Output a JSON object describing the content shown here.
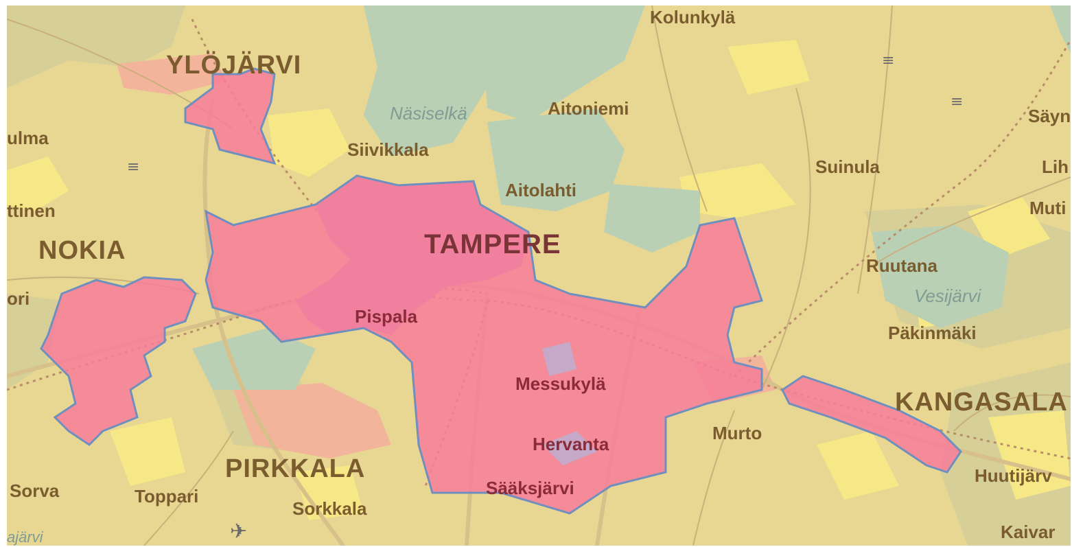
{
  "map": {
    "colors": {
      "land": "#e8d793",
      "urban": "#f7e887",
      "forest": "#d4cf97",
      "water": "#b9d0b5",
      "built_up": "#f2b49a",
      "service_area_fill": "#f77c9a",
      "service_area_core": "#cf8dbd",
      "service_area_border": "#6f8fbf",
      "road": "#d8c08a",
      "railway": "#b98c6a"
    },
    "labels": {
      "kolunkyla": "Kolunkylä",
      "ylojarvi": "YLÖJÄRVI",
      "nasiselka": "Näsiselkä",
      "aitoniemi": "Aitoniemi",
      "sayn": "Säyn",
      "ulma": "ulma",
      "siivikkala": "Siivikkala",
      "suinula": "Suinula",
      "lih": "Lih",
      "aitolahti": "Aitolahti",
      "ttinen": "ttinen",
      "muti": "Muti",
      "tampere": "TAMPERE",
      "nokia": "NOKIA",
      "ruutana": "Ruutana",
      "vesijarvi": "Vesijärvi",
      "ori": "ori",
      "pispala": "Pispala",
      "pakinmaki": "Päkinmäki",
      "messukyla": "Messukylä",
      "kangasala": "KANGASALA",
      "murto": "Murto",
      "hervanta": "Hervanta",
      "pirkkala": "PIRKKALA",
      "huutijarv": "Huutijärv",
      "sorva": "Sorva",
      "toppari": "Toppari",
      "saaksjarvi": "Sääksjärvi",
      "sorkkala": "Sorkkala",
      "kaivar": "Kaivar",
      "ajarvi": "ajärvi"
    },
    "icons": {
      "airport": "airport-icon",
      "marsh": "marsh-icon"
    }
  }
}
